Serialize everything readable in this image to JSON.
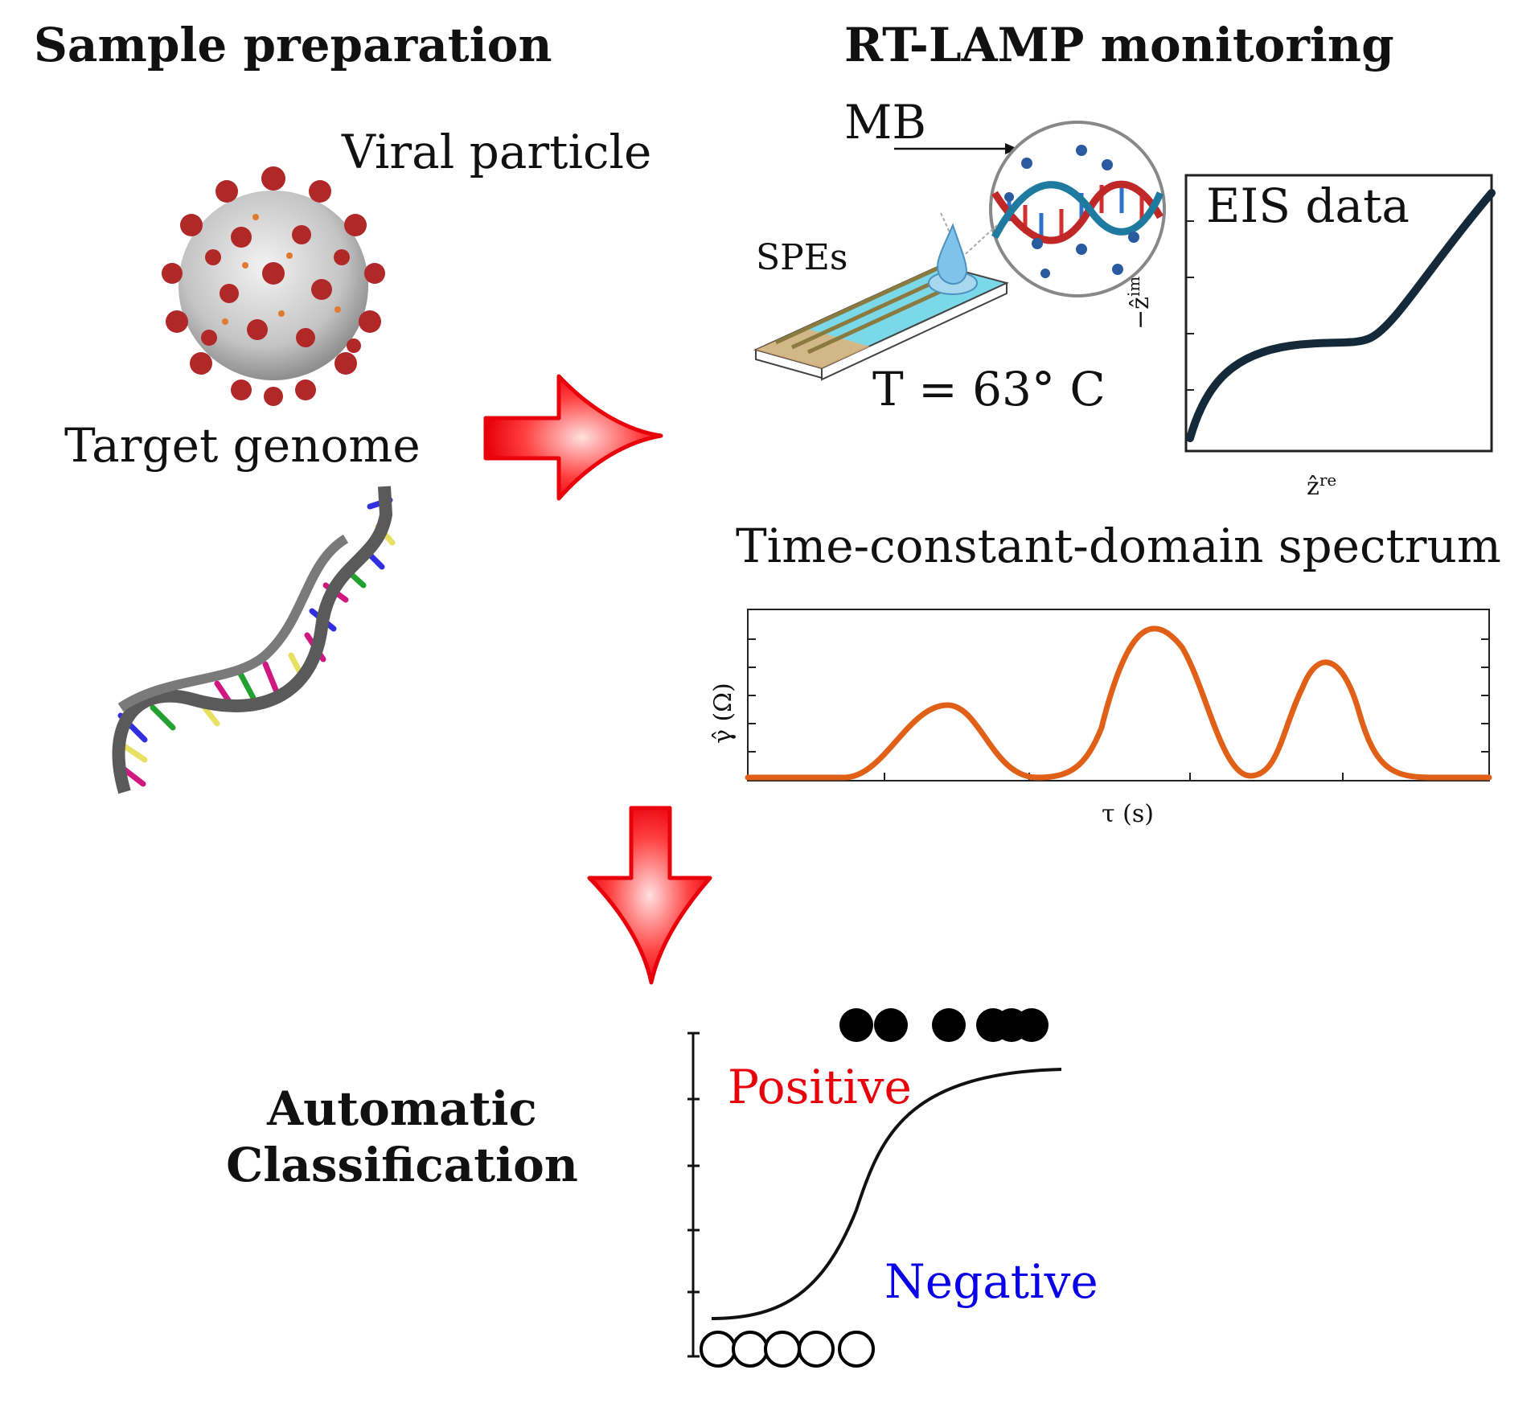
{
  "headings": {
    "sample_preparation": "Sample preparation",
    "rt_lamp_monitoring": "RT-LAMP monitoring"
  },
  "labels": {
    "viral_particle": "Viral particle",
    "target_genome": "Target genome",
    "mb": "MB",
    "spes": "SPEs",
    "temperature": "T = 63° C",
    "eis_data": "EIS data",
    "time_constant_spectrum": "Time-constant-domain spectrum",
    "automatic": "Automatic",
    "classification": "Classification",
    "positive": "Positive",
    "negative": "Negative"
  },
  "eis_plot": {
    "xlabel": "ẑ",
    "xlabel_sup": "re",
    "ylabel": "−ẑ",
    "ylabel_sup": "im"
  },
  "drt_plot": {
    "xlabel": "τ (s)",
    "ylabel": "γ̂ (Ω)"
  },
  "colors": {
    "arrow": "#e8000a",
    "positive": "#e8000a",
    "negative": "#0a00e8",
    "eis_curve": "#142a3a",
    "drt_curve": "#e06018",
    "virus": "#b02828"
  },
  "icons": {
    "virus": "coronavirus-icon",
    "dna": "dna-helix-icon",
    "electrode": "screen-printed-electrode-icon"
  }
}
